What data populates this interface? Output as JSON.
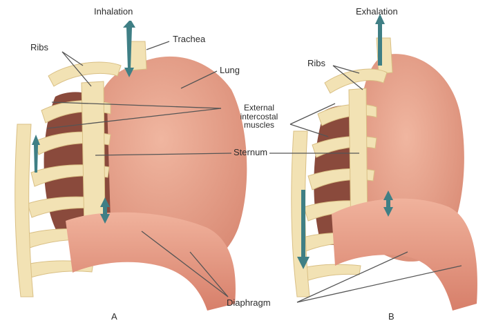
{
  "figure": {
    "panel_a": {
      "heading": "Inhalation",
      "letter": "A"
    },
    "panel_b": {
      "heading": "Exhalation",
      "letter": "B"
    },
    "labels": {
      "ribs": "Ribs",
      "trachea": "Trachea",
      "lung": "Lung",
      "muscles": [
        "External",
        "intercostal",
        "muscles"
      ],
      "sternum": "Sternum",
      "diaphragm": "Diaphragm"
    },
    "colors": {
      "lung": "#e8a58f",
      "lung_shadow": "#d98a74",
      "bone": "#f2e2b4",
      "bone_edge": "#d9bf84",
      "cavity": "#8a4a3c",
      "diaphragm": "#e59a86",
      "arrow": "#3f7f85",
      "leader": "#555555"
    }
  }
}
